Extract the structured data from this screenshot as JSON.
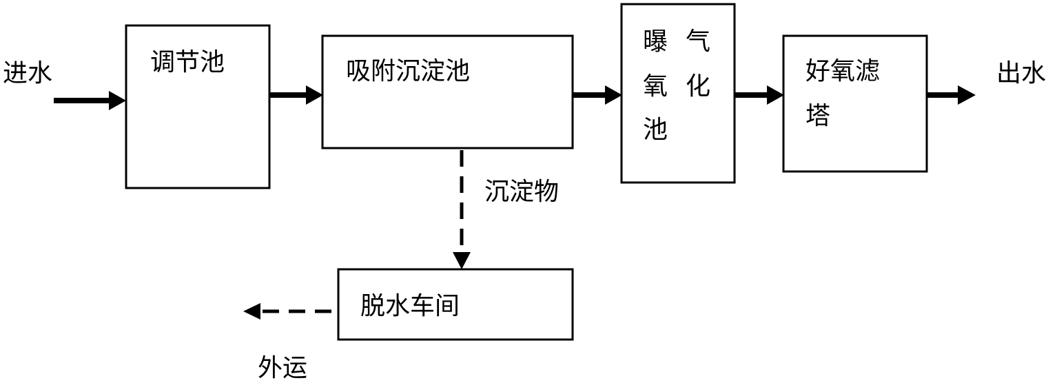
{
  "labels": {
    "inlet": "进水",
    "outlet": "出水",
    "sediment": "沉淀物",
    "transport": "外运"
  },
  "boxes": {
    "regulating_tank": "调节池",
    "adsorption_tank": "吸附沉淀池",
    "aeration_tank": {
      "col_left_top": "曝",
      "col_right_top": "气",
      "col_left_mid": "氧",
      "col_right_mid": "化",
      "col_left_bottom": "池"
    },
    "aerobic_filter": {
      "line1": "好氧滤",
      "line2": "塔"
    },
    "dewatering_workshop": "脱水车间"
  },
  "colors": {
    "stroke": "#000000",
    "background": "#ffffff"
  }
}
